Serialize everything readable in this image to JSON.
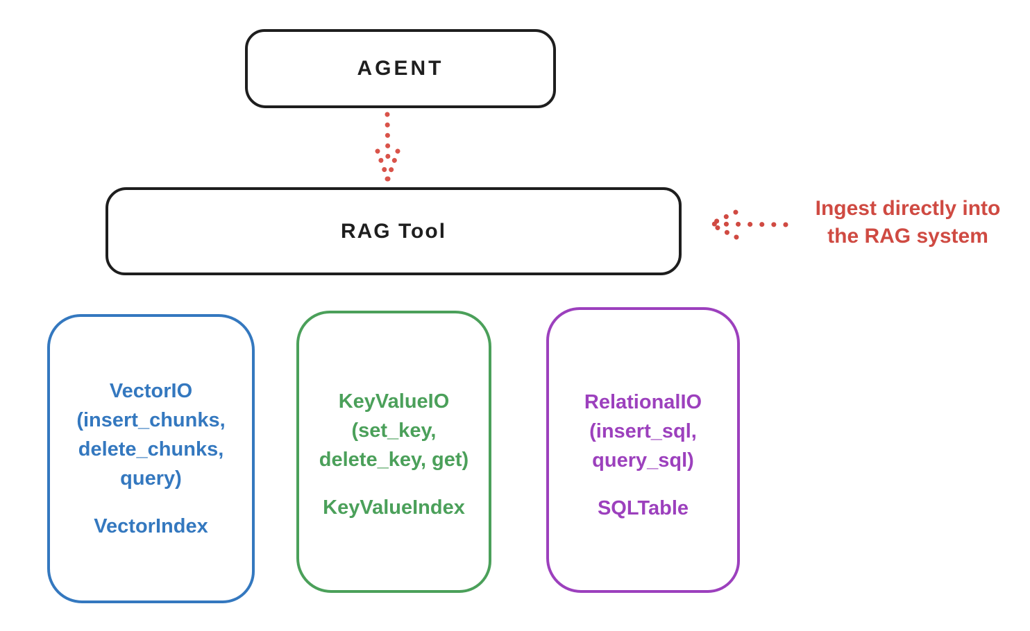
{
  "diagram": {
    "agent_box": {
      "label": "AGENT"
    },
    "rag_tool_box": {
      "label": "RAG Tool"
    },
    "annotation": {
      "line1": "Ingest directly into",
      "line2": "the RAG system"
    },
    "io_boxes": [
      {
        "id": "vector-io",
        "color": "#3478bf",
        "lines": [
          "VectorIO",
          "(insert_chunks,",
          "delete_chunks,",
          "query)"
        ],
        "index_label": "VectorIndex"
      },
      {
        "id": "keyvalue-io",
        "color": "#4ba05a",
        "lines": [
          "KeyValueIO",
          "(set_key,",
          "delete_key, get)"
        ],
        "index_label": "KeyValueIndex"
      },
      {
        "id": "relational-io",
        "color": "#9c40bd",
        "lines": [
          "RelationalIO",
          "(insert_sql,",
          "query_sql)"
        ],
        "index_label": "SQLTable"
      }
    ],
    "colors": {
      "stroke_black": "#1e1e1e",
      "arrow_red": "#cf4a42",
      "blue": "#3478bf",
      "green": "#4ba05a",
      "purple": "#9c40bd",
      "background": "#ffffff"
    }
  }
}
